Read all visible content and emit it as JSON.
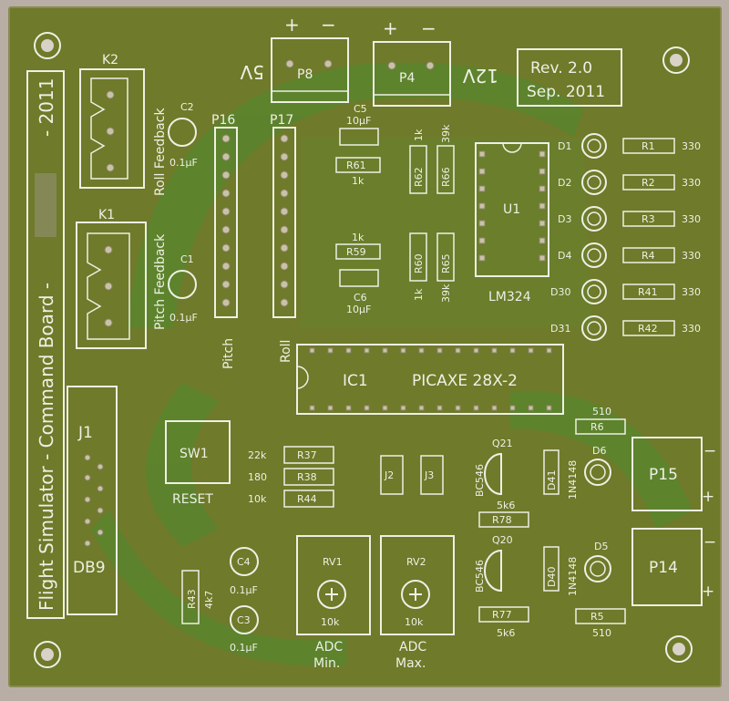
{
  "board": {
    "title": "Flight Simulator - Command Board - ",
    "year": "- 2011",
    "revision": "Rev. 2.0",
    "date": "Sep. 2011"
  },
  "connectors": {
    "k2": "K2",
    "k1": "K1",
    "roll_feedback": "Roll Feedback",
    "pitch_feedback": "Pitch Feedback",
    "p16": "P16",
    "p17": "P17",
    "pitch": "Pitch",
    "roll": "Roll",
    "p8": "P8",
    "p4": "P4",
    "v5": "5V",
    "v12": "12V",
    "plus": "+",
    "minus": "−",
    "p15": "P15",
    "p14": "P14",
    "j1": "J1",
    "db9": "DB9",
    "j2": "J2",
    "j3": "J3"
  },
  "capacitors": {
    "c1": "C1",
    "c1_val": "0.1µF",
    "c2": "C2",
    "c2_val": "0.1µF",
    "c3": "C3",
    "c3_val": "0.1µF",
    "c4": "C4",
    "c4_val": "0.1µF",
    "c5": "C5",
    "c5_val": "10µF",
    "c6": "C6",
    "c6_val": "10µF"
  },
  "resistors": {
    "r61": "R61",
    "r61_val": "1k",
    "r59": "R59",
    "r59_val": "1k",
    "r62": "R62",
    "r62_val": "1k",
    "r66": "R66",
    "r66_val": "39k",
    "r60": "R60",
    "r60_val": "1k",
    "r65": "R65",
    "r65_val": "39k",
    "r1": "R1",
    "r2": "R2",
    "r3": "R3",
    "r4": "R4",
    "r41": "R41",
    "r42": "R42",
    "r_led_val": "330",
    "r6": "R6",
    "r6_val": "510",
    "r5": "R5",
    "r5_val": "510",
    "r37": "R37",
    "r37_val": "22k",
    "r38": "R38",
    "r38_val": "180",
    "r44": "R44",
    "r44_val": "10k",
    "r78": "R78",
    "r78_val": "5k6",
    "r77": "R77",
    "r77_val": "5k6",
    "r43": "R43",
    "r43_val": "4k7"
  },
  "leds": {
    "d1": "D1",
    "d2": "D2",
    "d3": "D3",
    "d4": "D4",
    "d30": "D30",
    "d31": "D31",
    "d5": "D5",
    "d6": "D6"
  },
  "chips": {
    "u1": "U1",
    "lm324": "LM324",
    "ic1": "IC1",
    "picaxe": "PICAXE 28X-2"
  },
  "semis": {
    "q21": "Q21",
    "q20": "Q20",
    "bc546": "BC546",
    "d41": "D41",
    "d40": "D40",
    "n4148": "1N4148"
  },
  "switch": {
    "sw1": "SW1",
    "reset": "RESET"
  },
  "pots": {
    "rv1": "RV1",
    "rv2": "RV2",
    "val": "10k",
    "adc": "ADC",
    "min": "Min.",
    "max": "Max."
  },
  "colors": {
    "board": "#6f7a2a",
    "silkscreen": "#eef0e4",
    "copper_pour": "#4f7a2a"
  }
}
